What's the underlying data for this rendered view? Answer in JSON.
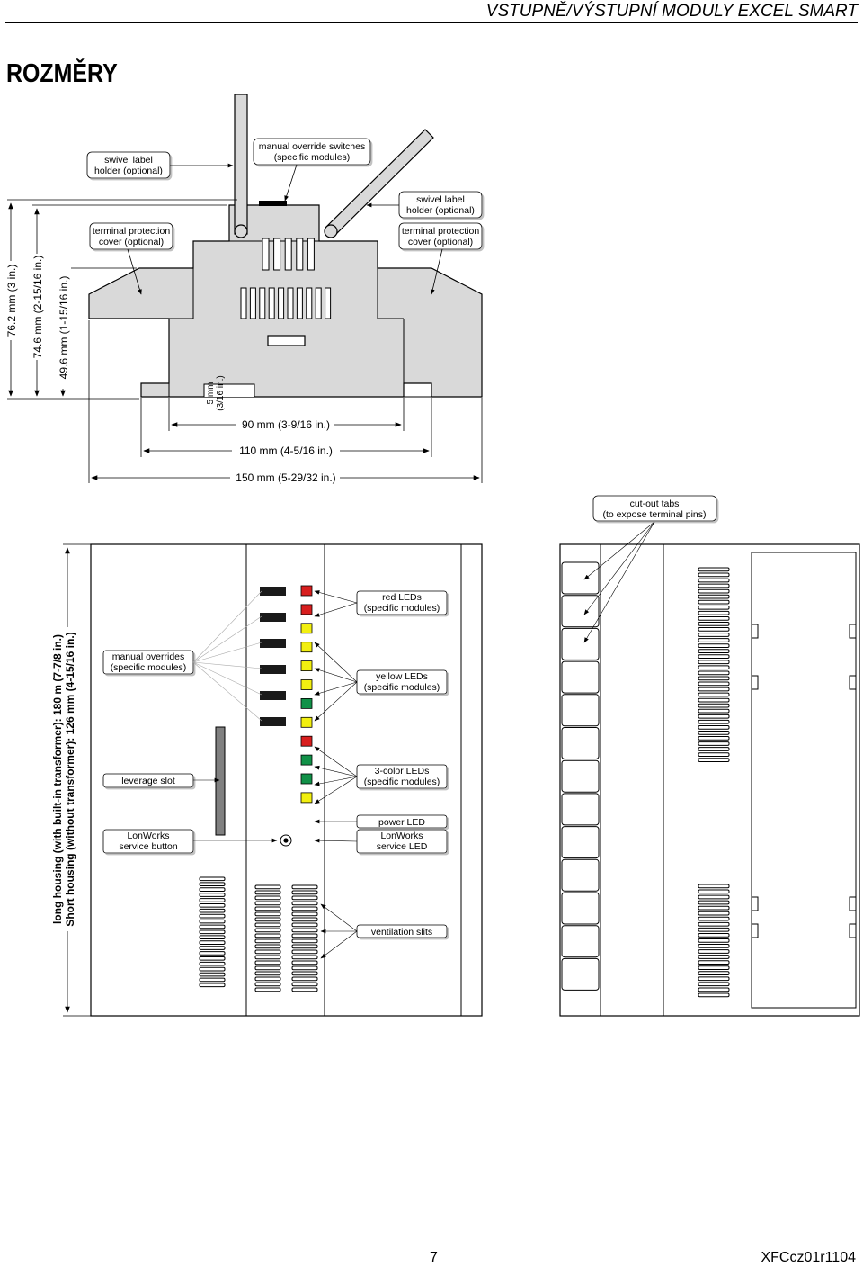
{
  "header": {
    "doc_title": "VSTUPNĚ/VÝSTUPNÍ MODULY EXCEL SMART"
  },
  "section": {
    "title": "ROZMĚRY"
  },
  "side_view": {
    "callouts": {
      "swivel_label_left": [
        "swivel label",
        "holder (optional)"
      ],
      "manual_override_switches": [
        "manual override switches",
        "(specific modules)"
      ],
      "swivel_label_right": [
        "swivel label",
        "holder (optional)"
      ],
      "terminal_cover_left": [
        "terminal protection",
        "cover (optional)"
      ],
      "terminal_cover_right": [
        "terminal protection",
        "cover (optional)"
      ]
    },
    "dimensions": {
      "height_total": "76.2 mm (3 in.)",
      "height_mid": "74.6 mm (2-15/16 in.)",
      "height_body": "49.6 mm (1-15/16 in.)",
      "foot": [
        "5 mm",
        "(3/16 in.)"
      ],
      "width_90": "90 mm (3-9/16 in.)",
      "width_110": "110 mm (4-5/16 in.)",
      "width_150": "150 mm (5-29/32 in.)"
    }
  },
  "front_view": {
    "callouts": {
      "red_leds": [
        "red LEDs",
        "(specific modules)"
      ],
      "manual_overrides": [
        "manual overrides",
        "(specific modules)"
      ],
      "yellow_leds": [
        "yellow LEDs",
        "(specific modules)"
      ],
      "three_color_leds": [
        "3-color LEDs",
        "(specific modules)"
      ],
      "leverage_slot": [
        "leverage slot"
      ],
      "power_led": [
        "power LED"
      ],
      "lonworks_button": [
        "LonWorks",
        "service button"
      ],
      "lonworks_led": [
        "LonWorks",
        "service LED"
      ],
      "ventilation_slits": [
        "ventilation slits"
      ]
    },
    "housing_length": [
      "long housing (with built-in transformer): 180 m (7-7/8 in.)",
      "Short housing (without transformer): 126 mm (4-15/16 in.)"
    ],
    "led_colors": {
      "red": "#d81e1e",
      "yellow": "#f2ef10",
      "green": "#119148"
    },
    "led_column": [
      "red",
      "red",
      "yellow",
      "yellow",
      "yellow",
      "yellow",
      "green",
      "yellow",
      "red",
      "green",
      "green",
      "yellow"
    ]
  },
  "back_view": {
    "callouts": {
      "cutout_tabs": [
        "cut-out tabs",
        "(to expose terminal pins)"
      ]
    }
  },
  "colors": {
    "housing_fill": "#d9d9d9",
    "outline": "#000000"
  },
  "footer": {
    "page_number": "7",
    "doc_code": "XFCcz01r1104"
  }
}
